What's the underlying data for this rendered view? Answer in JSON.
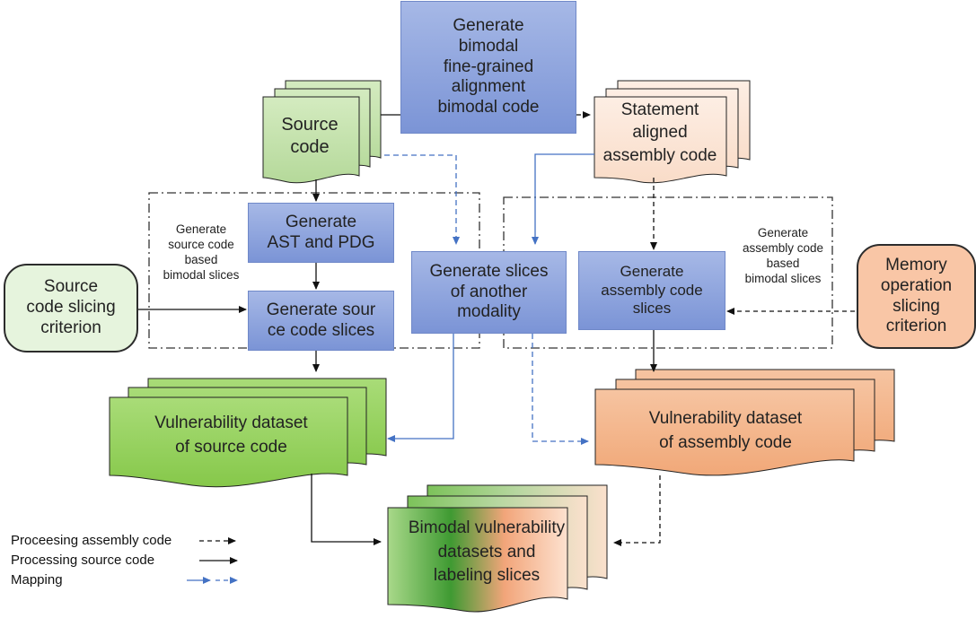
{
  "nodes": {
    "bimodal_alignment": "Generate\nbimodal\nfine-grained\nalignment\nbimodal code",
    "source_code": "Source\ncode",
    "statement_aligned": "Statement\naligned\nassembly code",
    "generate_ast": "Generate\nAST and PDG",
    "source_slices": "Generate sour\nce code slices",
    "another_modality": "Generate slices\nof another\nmodality",
    "assembly_slices": "Generate\nassembly code\nslices",
    "source_criterion": "Source\ncode slicing\ncriterion",
    "memory_criterion": "Memory\noperation\nslicing\ncriterion",
    "source_dataset": "Vulnerability dataset\nof source code",
    "assembly_dataset": "Vulnerability dataset\nof assembly code",
    "bimodal_dataset": "Bimodal vulnerability\ndatasets and\nlabeling slices"
  },
  "annotations": {
    "source_group": "Generate\nsource code\nbased\nbimodal slices",
    "assembly_group": "Generate\nassembly code\nbased\nbimodal slices"
  },
  "legend": {
    "assembly": "Proceesing assembly code",
    "source": "Processing source code",
    "mapping": "Mapping"
  },
  "colors": {
    "blue_box": "#8ea3dd",
    "green_doc": "#92d050",
    "light_green_doc": "#c6e3ad",
    "orange_doc": "#f4b183",
    "light_orange_doc": "#fbe3d3",
    "arrow_blue": "#4472c4"
  }
}
